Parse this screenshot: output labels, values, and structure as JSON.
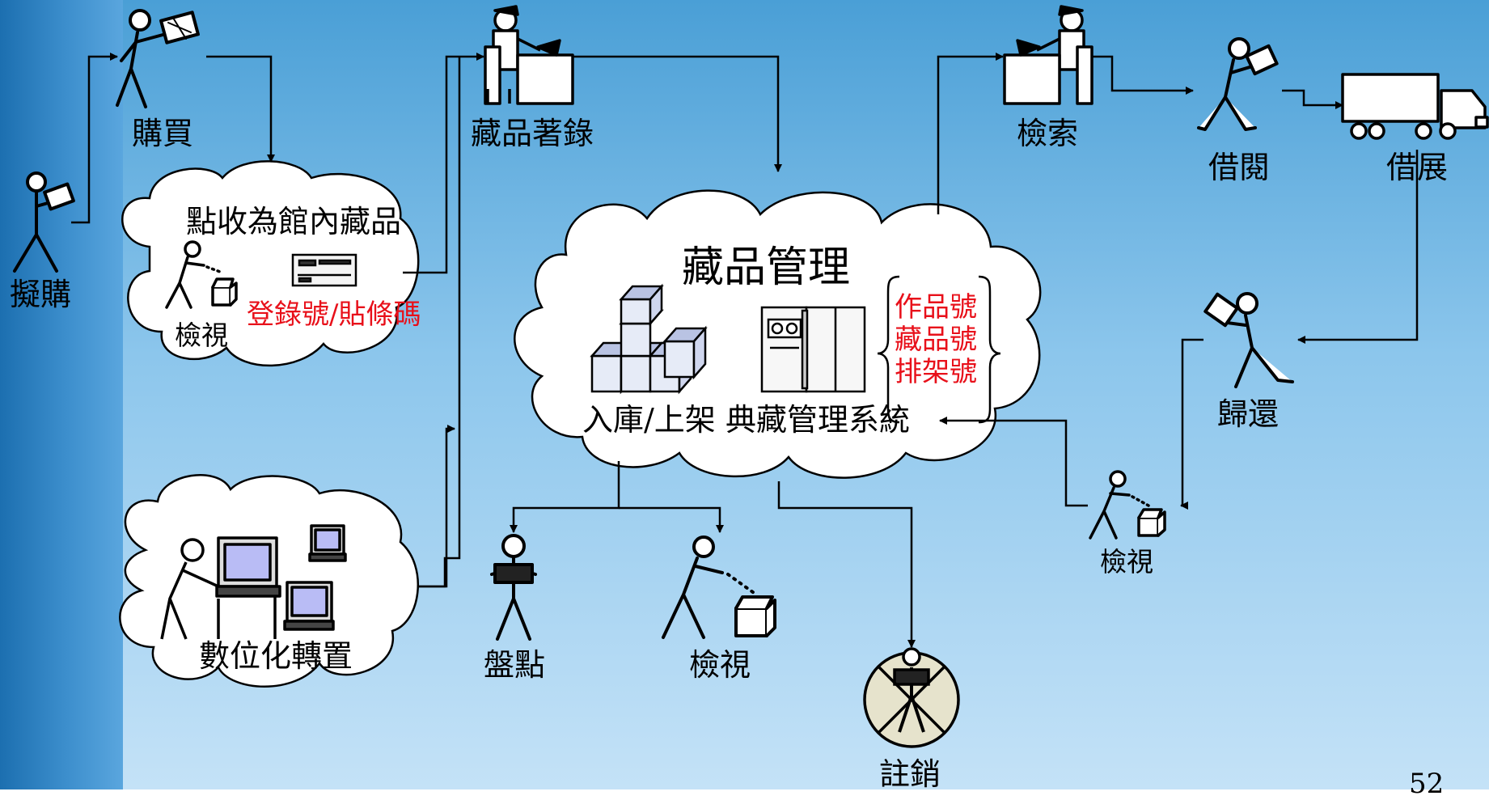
{
  "slide": {
    "page_number": "52",
    "accent_color": "#e8101a",
    "background_colors": [
      "#4a9fd6",
      "#c4e2f7"
    ]
  },
  "labels": {
    "plan_purchase": "擬購",
    "purchase": "購買",
    "accept_as_collection": "點收為館內藏品",
    "inspect_intake": "檢視",
    "register_barcode": "登錄號/貼條碼",
    "cataloging": "藏品著錄",
    "collection_management": "藏品管理",
    "storage_shelving": "入庫/上架",
    "collection_system": "典藏管理系統",
    "numbers": [
      "作品號",
      "藏品號",
      "排架號"
    ],
    "digitization": "數位化轉置",
    "inventory": "盤點",
    "inspect_storage": "檢視",
    "deaccession": "註銷",
    "search": "檢索",
    "borrow": "借閱",
    "loan_exhibition": "借展",
    "return": "歸還",
    "inspect_return": "檢視"
  },
  "icons": [
    "person-carrying-box-icon",
    "person-holding-money-icon",
    "person-inspecting-box-icon",
    "barcode-scanner-icon",
    "person-at-desk-icon",
    "stacked-boxes-icon",
    "archive-machine-icon",
    "person-at-computers-icon",
    "person-holding-tray-icon",
    "crossed-out-person-icon",
    "person-carrying-box-walking-icon",
    "truck-icon",
    "person-returning-box-icon"
  ]
}
